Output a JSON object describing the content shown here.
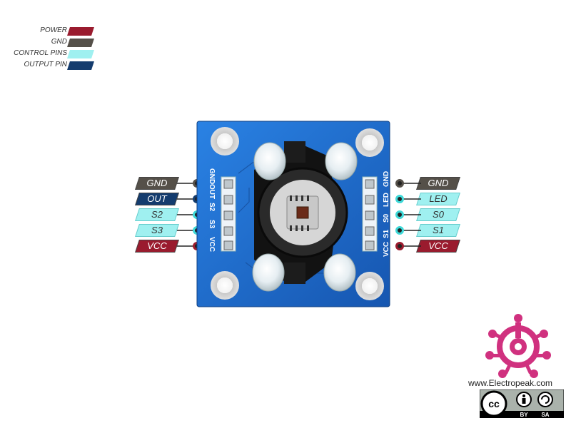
{
  "legend": [
    {
      "label": "POWER",
      "color": "#9a1b2e"
    },
    {
      "label": "GND",
      "color": "#555049"
    },
    {
      "label": "CONTROL PINS",
      "color": "#9ff0f0"
    },
    {
      "label": "OUTPUT PIN",
      "color": "#143c6e"
    }
  ],
  "left_pins": [
    {
      "label": "GND",
      "type": "gnd"
    },
    {
      "label": "OUT",
      "type": "output"
    },
    {
      "label": "S2",
      "type": "control"
    },
    {
      "label": "S3",
      "type": "control"
    },
    {
      "label": "VCC",
      "type": "power"
    }
  ],
  "right_pins": [
    {
      "label": "GND",
      "type": "gnd"
    },
    {
      "label": "LED",
      "type": "control"
    },
    {
      "label": "S0",
      "type": "control"
    },
    {
      "label": "S1",
      "type": "control"
    },
    {
      "label": "VCC",
      "type": "power"
    }
  ],
  "board": {
    "left_silk": [
      "GND",
      "OUT",
      "S2",
      "S3",
      "VCC"
    ],
    "right_silk": [
      "VCC",
      "S1",
      "S0",
      "LED",
      "GND"
    ],
    "pcb_color": "#1f6fcf"
  },
  "branding": {
    "website": "www.Electropeak.com",
    "logo_color": "#d0317f",
    "cc_labels": [
      "BY",
      "SA"
    ]
  }
}
